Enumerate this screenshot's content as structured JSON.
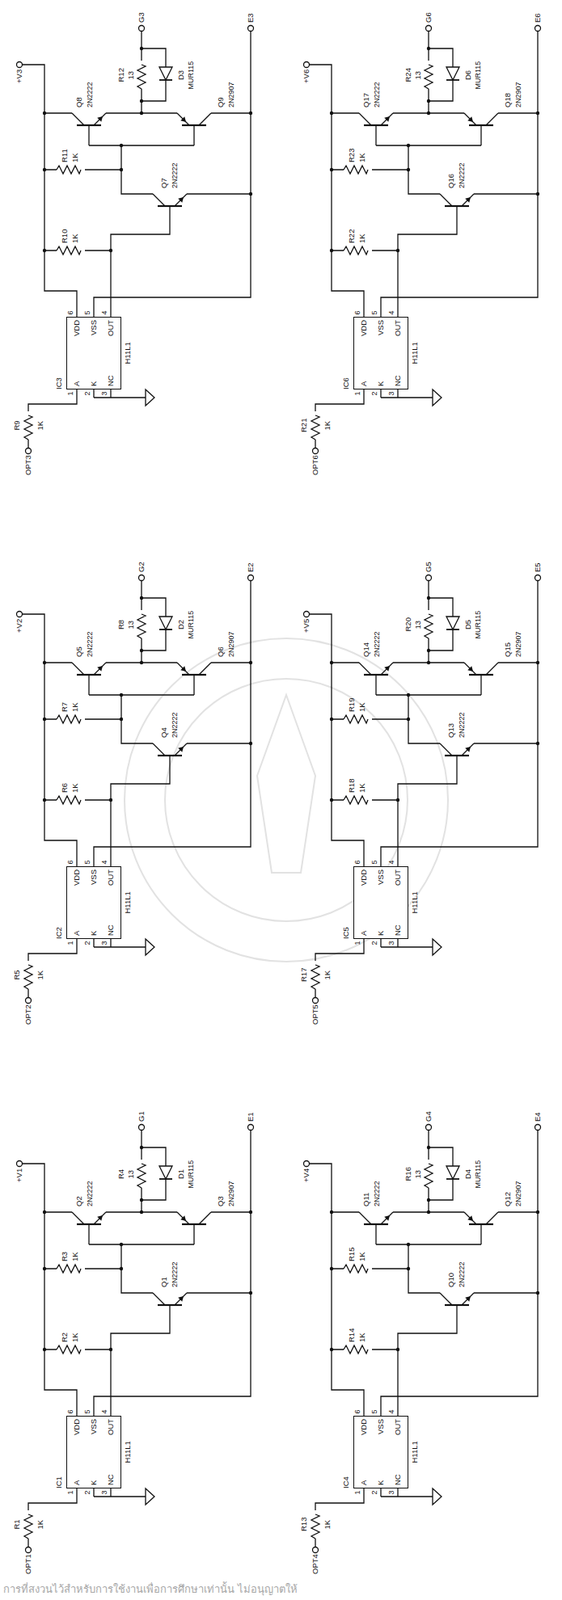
{
  "diagram": {
    "nodes": [
      {
        "text": [
          "IC1",
          "A",
          "K",
          "NC",
          "VDD",
          "VSS",
          "OUT",
          "H11L1"
        ]
      },
      {
        "text": [
          "IC2",
          "A",
          "K",
          "NC",
          "VDD",
          "VSS",
          "OUT",
          "H11L1"
        ]
      },
      {
        "text": [
          "IC3",
          "A",
          "K",
          "NC",
          "VDD",
          "VSS",
          "OUT",
          "H11L1"
        ]
      },
      {
        "text": [
          "IC4",
          "A",
          "K",
          "NC",
          "VDD",
          "VSS",
          "OUT",
          "H11L1"
        ]
      },
      {
        "text": [
          "IC5",
          "A",
          "K",
          "NC",
          "VDD",
          "VSS",
          "OUT",
          "H11L1"
        ]
      },
      {
        "text": [
          "IC6",
          "A",
          "K",
          "NC",
          "VDD",
          "VSS",
          "OUT",
          "H11L1"
        ]
      }
    ],
    "labels": [
      "OPT1",
      "R1",
      "1K",
      "1",
      "2",
      "3",
      "6",
      "5",
      "4",
      "R2",
      "1K",
      "R3",
      "1K",
      "Q1",
      "2N2222",
      "Q2",
      "2N2222",
      "Q3",
      "2N2907",
      "D1",
      "MUR115",
      "R4",
      "13",
      "+V1",
      "G1",
      "E1",
      "OPT2",
      "R5",
      "1K",
      "1",
      "2",
      "3",
      "6",
      "5",
      "4",
      "R6",
      "1K",
      "R7",
      "1K",
      "Q4",
      "2N2222",
      "Q5",
      "2N2222",
      "Q6",
      "2N2907",
      "D2",
      "MUR115",
      "R8",
      "13",
      "+V2",
      "G2",
      "E2",
      "OPT3",
      "R9",
      "1K",
      "1",
      "2",
      "3",
      "6",
      "5",
      "4",
      "R10",
      "1K",
      "R11",
      "1K",
      "Q7",
      "2N2222",
      "Q8",
      "2N2222",
      "Q9",
      "2N2907",
      "D3",
      "MUR115",
      "R12",
      "13",
      "+V3",
      "G3",
      "E3",
      "OPT4",
      "R13",
      "1K",
      "1",
      "2",
      "3",
      "6",
      "5",
      "4",
      "R14",
      "1K",
      "R15",
      "1K",
      "Q10",
      "2N2222",
      "Q11",
      "2N2222",
      "Q12",
      "2N2907",
      "D4",
      "MUR115",
      "R16",
      "13",
      "+V4",
      "G4",
      "E4",
      "OPT5",
      "R17",
      "1K",
      "1",
      "2",
      "3",
      "6",
      "5",
      "4",
      "R18",
      "1K",
      "R19",
      "1K",
      "Q13",
      "2N2222",
      "Q14",
      "2N2222",
      "Q15",
      "2N2907",
      "D5",
      "MUR115",
      "R20",
      "13",
      "+V5",
      "G5",
      "E5",
      "OPT6",
      "R21",
      "1K",
      "1",
      "2",
      "3",
      "6",
      "5",
      "4",
      "R22",
      "1K",
      "R23",
      "1K",
      "Q16",
      "2N2222",
      "Q17",
      "2N2222",
      "Q18",
      "2N2907",
      "D6",
      "MUR115",
      "R24",
      "13",
      "+V6",
      "G6",
      "E6",
      "การที่สงวนไว้สำหรับการใช้งานเพื่อการศึกษาเท่านั้น ไม่อนุญาตให้"
    ]
  }
}
